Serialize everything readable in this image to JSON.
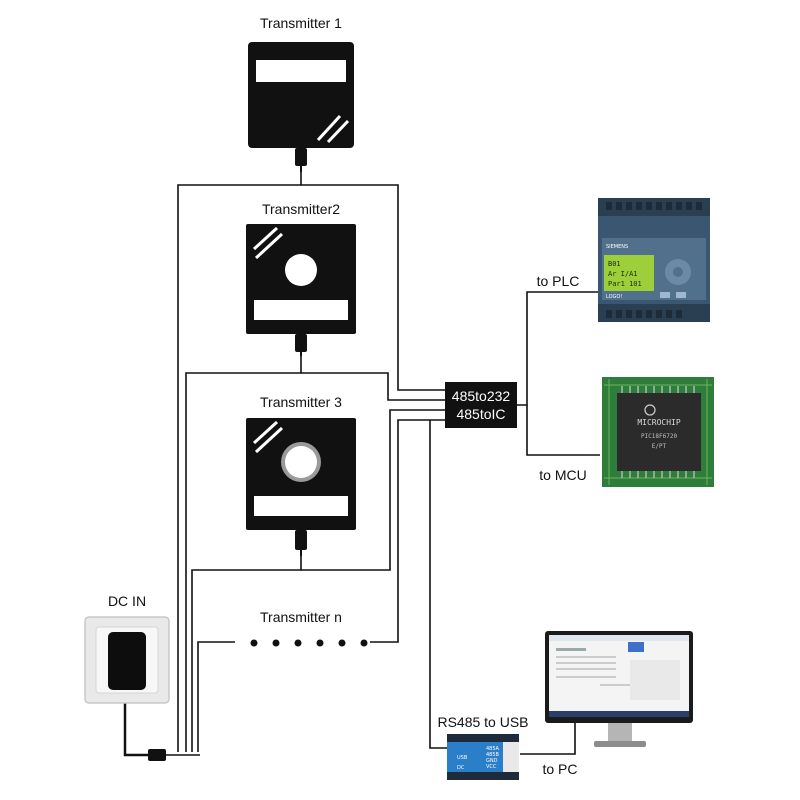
{
  "labels": {
    "transmitter1": "Transmitter 1",
    "transmitter2": "Transmitter2",
    "transmitter3": "Transmitter 3",
    "transmitter_n": "Transmitter n",
    "dc_in": "DC IN",
    "converter_line1": "485to232",
    "converter_line2": "485toIC",
    "to_plc": "to PLC",
    "to_mcu": "to MCU",
    "rs485_usb": "RS485 to USB",
    "to_pc": "to PC"
  },
  "plc": {
    "brand": "SIEMENS",
    "model": "LOGO!"
  },
  "mcu": {
    "brand": "MICROCHIP"
  },
  "usb_adapter": {
    "usb": "USB",
    "dc": "DC",
    "pins": [
      "485A",
      "485B",
      "GND",
      "VCC"
    ]
  },
  "colors": {
    "device": "#111111",
    "wire": "#111111",
    "plc_body": "#3a5670",
    "plc_screen": "#9ccf3a",
    "pcb": "#2f7d3a",
    "adapter": "#2a7fc8"
  }
}
